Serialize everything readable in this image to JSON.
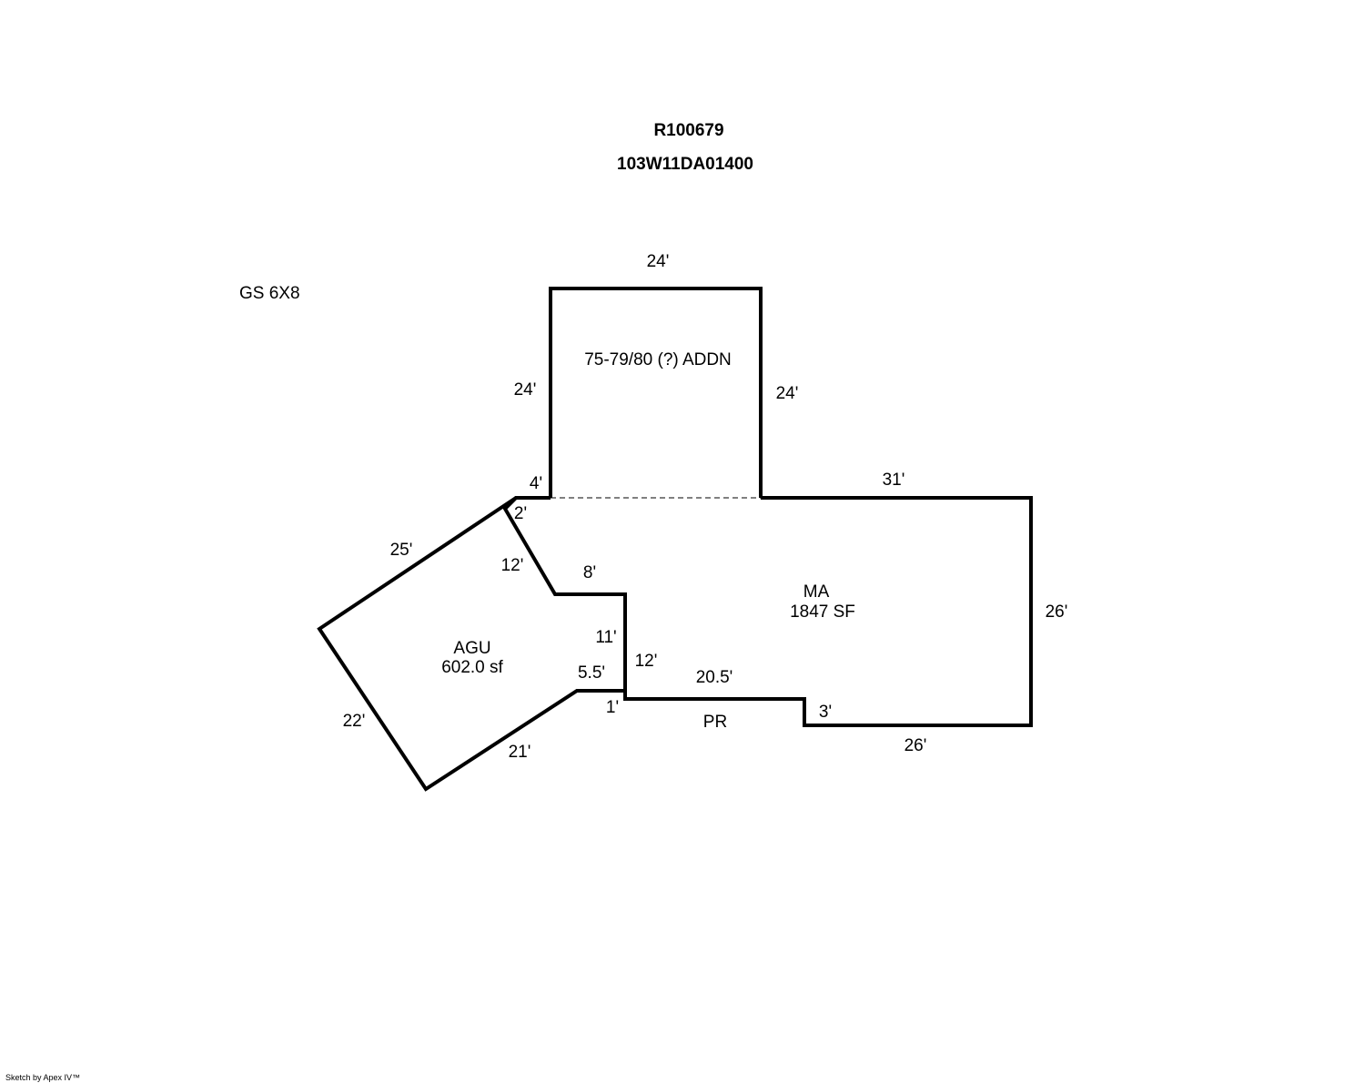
{
  "header": {
    "account_id": "R100679",
    "map_tax_lot": "103W11DA01400"
  },
  "note_gs": "GS 6X8",
  "areas": {
    "addition": {
      "label": "75-79/80 (?) ADDN"
    },
    "main": {
      "code": "MA",
      "size": "1847 SF"
    },
    "garage": {
      "code": "AGU",
      "size": "602.0 sf"
    },
    "porch": {
      "code": "PR"
    }
  },
  "dimensions": {
    "addn_top": "24'",
    "addn_left": "24'",
    "addn_right": "24'",
    "jog_4": "4'",
    "main_top": "31'",
    "main_right": "26'",
    "main_bottom": "26'",
    "porch_step": "3'",
    "porch_run": "20.5'",
    "inner_12": "12'",
    "inner_11": "11'",
    "inner_8": "8'",
    "garage_12": "12'",
    "garage_2": "2'",
    "garage_25": "25'",
    "garage_22": "22'",
    "garage_21": "21'",
    "garage_5_5": "5.5'",
    "garage_1": "1'"
  },
  "footer": {
    "credit": "Sketch by Apex IV™"
  }
}
